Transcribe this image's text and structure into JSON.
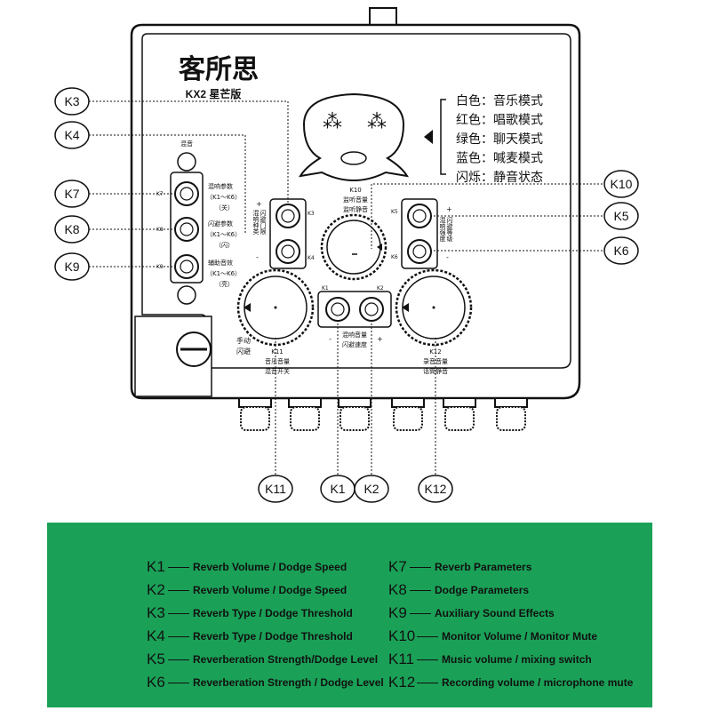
{
  "device": {
    "brand": "客所思",
    "model": "KX2 星芒版",
    "mode_list": [
      {
        "color": "白色",
        "mode": "音乐模式"
      },
      {
        "color": "红色",
        "mode": "唱歌模式"
      },
      {
        "color": "绿色",
        "mode": "聊天模式"
      },
      {
        "color": "蓝色",
        "mode": "喊麦模式"
      },
      {
        "color": "闪烁",
        "mode": "静音状态"
      }
    ],
    "left_panel": {
      "top": "混音",
      "k7_text": [
        "混响参数",
        "（K1～K6）",
        "（关）"
      ],
      "k8_text": [
        "闪避参数",
        "（K1～K6）",
        "（闪）"
      ],
      "k9_text": [
        "辅助音效",
        "（K1～K6）",
        "（亮）"
      ]
    },
    "knob_labels": {
      "k3_side": [
        "混响种类",
        "闪避门限"
      ],
      "k5_side": [
        "混响强度",
        "闪避等级"
      ],
      "k10_top": [
        "K10",
        "监听音量",
        "监听静音"
      ],
      "k11_bottom": [
        "K11",
        "音乐音量",
        "混音开关"
      ],
      "k12_bottom": [
        "K12",
        "录音音量",
        "话筒静音"
      ],
      "k1k2_bottom": [
        "混响音量",
        "闪避速度"
      ],
      "switch_label": [
        "手动",
        "闪避"
      ]
    },
    "small_labels": {
      "K1": "K1",
      "K2": "K2",
      "K3": "K3",
      "K4": "K4",
      "K5": "K5",
      "K6": "K6",
      "K7": "K7",
      "K8": "K8",
      "K9": "K9",
      "plus": "+",
      "minus": "-"
    }
  },
  "callouts": [
    "K3",
    "K4",
    "K7",
    "K8",
    "K9",
    "K10",
    "K5",
    "K6",
    "K11",
    "K1",
    "K2",
    "K12"
  ],
  "legend": [
    {
      "code": "K1",
      "text": "Reverb Volume / Dodge Speed"
    },
    {
      "code": "K2",
      "text": "Reverb Volume / Dodge Speed"
    },
    {
      "code": "K3",
      "text": "Reverb Type / Dodge Threshold"
    },
    {
      "code": "K4",
      "text": "Reverb Type / Dodge Threshold"
    },
    {
      "code": "K5",
      "text": "Reverberation Strength/Dodge Level"
    },
    {
      "code": "K6",
      "text": "Reverberation Strength / Dodge Level"
    },
    {
      "code": "K7",
      "text": "Reverb Parameters"
    },
    {
      "code": "K8",
      "text": "Dodge Parameters"
    },
    {
      "code": "K9",
      "text": "Auxiliary Sound Effects"
    },
    {
      "code": "K10",
      "text": "Monitor Volume / Monitor Mute"
    },
    {
      "code": "K11",
      "text": "Music volume / mixing switch"
    },
    {
      "code": "K12",
      "text": "Recording volume / microphone mute"
    }
  ]
}
